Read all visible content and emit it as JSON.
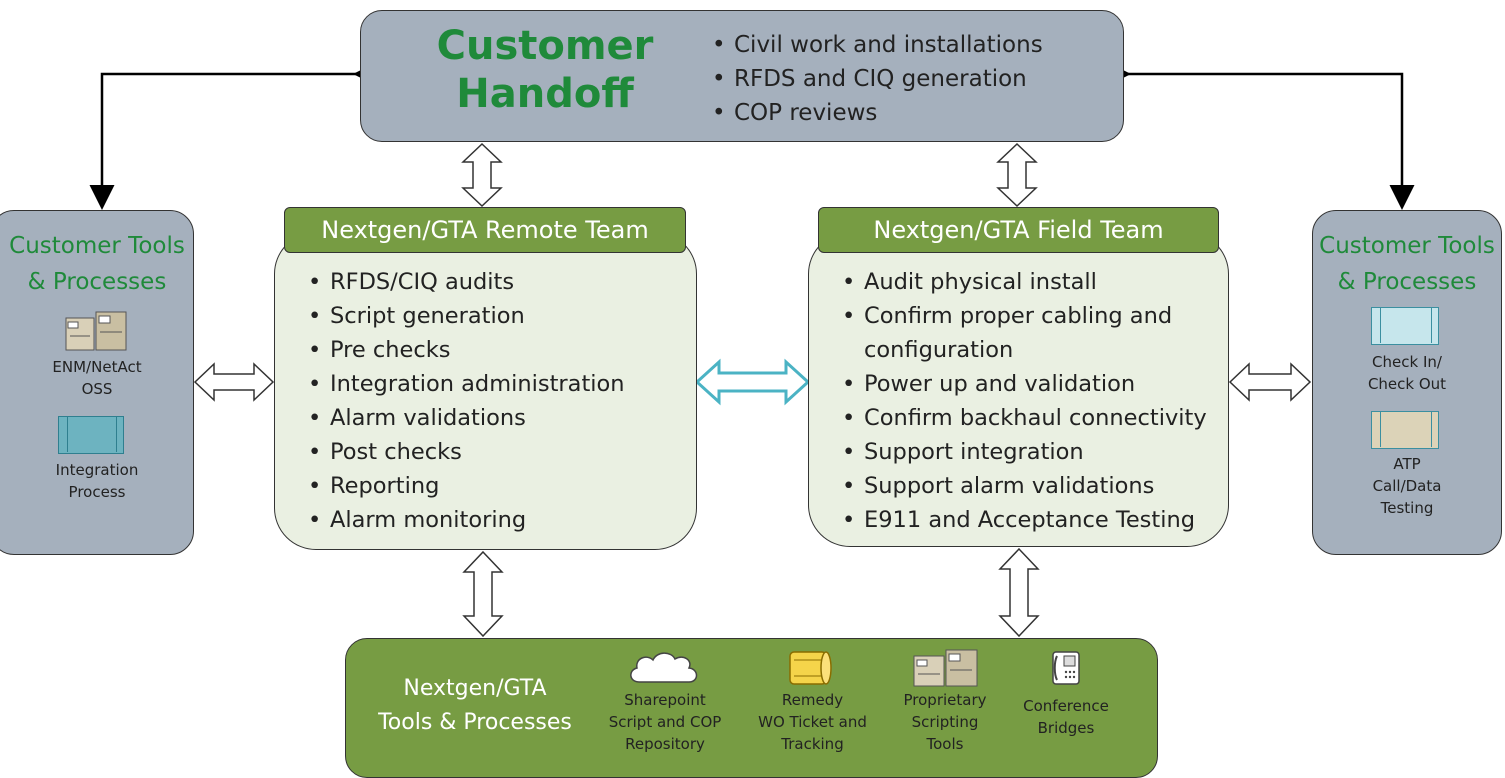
{
  "handoff": {
    "title_line1": "Customer",
    "title_line2": "Handoff",
    "items": [
      "Civil work and installations",
      "RFDS and CIQ generation",
      "COP reviews"
    ]
  },
  "remote_team": {
    "header": "Nextgen/GTA Remote Team",
    "items": [
      "RFDS/CIQ audits",
      "Script generation",
      "Pre checks",
      "Integration administration",
      "Alarm validations",
      "Post checks",
      "Reporting",
      "Alarm monitoring"
    ]
  },
  "field_team": {
    "header": "Nextgen/GTA Field Team",
    "items": [
      "Audit physical install",
      "Confirm proper cabling and configuration",
      "Power up and validation",
      "Confirm backhaul connectivity",
      "Support integration",
      "Support alarm validations",
      "E911 and Acceptance Testing"
    ]
  },
  "left_tools": {
    "title_line1": "Customer Tools",
    "title_line2": "& Processes",
    "tools": [
      {
        "icon": "server-icon",
        "line1": "ENM/NetAct",
        "line2": "OSS"
      },
      {
        "icon": "process-icon",
        "line1": "Integration",
        "line2": "Process"
      }
    ]
  },
  "right_tools": {
    "title_line1": "Customer Tools",
    "title_line2": "& Processes",
    "tools": [
      {
        "icon": "process-icon",
        "line1": "Check In/",
        "line2": "Check Out",
        "line3": ""
      },
      {
        "icon": "process-icon",
        "line1": "ATP",
        "line2": "Call/Data",
        "line3": "Testing"
      }
    ]
  },
  "bottom": {
    "title_line1": "Nextgen/GTA",
    "title_line2": "Tools & Processes",
    "tools": [
      {
        "icon": "cloud-icon",
        "line1": "Sharepoint",
        "line2": "Script and COP",
        "line3": "Repository"
      },
      {
        "icon": "database-icon",
        "line1": "Remedy",
        "line2": "WO Ticket and",
        "line3": "Tracking"
      },
      {
        "icon": "server-icon",
        "line1": "Proprietary",
        "line2": "Scripting",
        "line3": "Tools"
      },
      {
        "icon": "phone-icon",
        "line1": "Conference",
        "line2": "Bridges",
        "line3": ""
      }
    ]
  },
  "colors": {
    "green_text": "#1f8a3a",
    "green_fill": "#779c43",
    "pale_green": "#eaf0e2",
    "gray_blue": "#a5b0bd",
    "teal_arrow": "#4bb3c4"
  }
}
